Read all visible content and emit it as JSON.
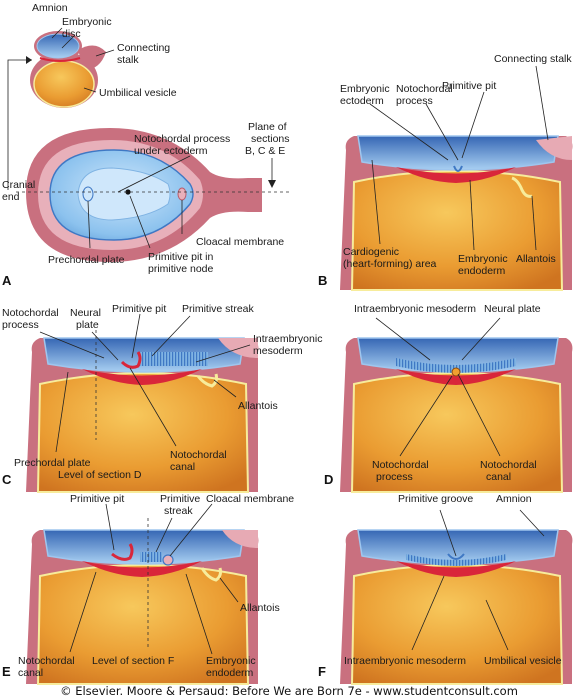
{
  "colors": {
    "ectoderm": "#3f78c4",
    "ectoderm_light": "#a8cdf0",
    "endoderm": "#e08a2a",
    "endoderm_light": "#f6c35c",
    "mesoderm": "#d9263a",
    "extraembryonic": "#c9707f",
    "edge_yellow": "#f7ec9b"
  },
  "panels": {
    "A": {
      "letter": "A",
      "amnion": "Amnion",
      "embryonic_disc": [
        "Embryonic",
        "disc"
      ],
      "connecting_stalk": [
        "Connecting",
        "stalk"
      ],
      "umbilical_vesicle": "Umbilical vesicle",
      "notochordal_process": [
        "Notochordal process",
        "under ectoderm"
      ],
      "plane": [
        "Plane of",
        "sections",
        "B, C & E"
      ],
      "cranial": [
        "Cranial",
        "end"
      ],
      "cloacal_membrane": "Cloacal membrane",
      "prechordal_plate": "Prechordal plate",
      "primitive_pit": [
        "Primitive pit in",
        "primitive node"
      ]
    },
    "B": {
      "letter": "B",
      "embryonic_ectoderm": [
        "Embryonic",
        "ectoderm"
      ],
      "notochordal_process": [
        "Notochordal",
        "process"
      ],
      "primitive_pit": "Primitive pit",
      "connecting_stalk": "Connecting stalk",
      "cardiogenic": [
        "Cardiogenic",
        "(heart-forming) area"
      ],
      "embryonic_endoderm": [
        "Embryonic",
        "endoderm"
      ],
      "allantois": "Allantois"
    },
    "C": {
      "letter": "C",
      "notochordal_process": [
        "Notochordal",
        "process"
      ],
      "neural_plate": [
        "Neural",
        "plate"
      ],
      "primitive_pit": "Primitive pit",
      "primitive_streak": "Primitive streak",
      "intraembryonic_mesoderm": [
        "Intraembryonic",
        "mesoderm"
      ],
      "allantois": "Allantois",
      "prechordal_plate": "Prechordal plate",
      "level_section": "Level of section D",
      "notochordal_canal": [
        "Notochordal",
        "canal"
      ]
    },
    "D": {
      "letter": "D",
      "intraembryonic_mesoderm": "Intraembryonic mesoderm",
      "neural_plate": "Neural plate",
      "notochordal_process": [
        "Notochordal",
        "process"
      ],
      "notochordal_canal": [
        "Notochordal",
        "canal"
      ]
    },
    "E": {
      "letter": "E",
      "primitive_pit": "Primitive pit",
      "primitive_streak": [
        "Primitive",
        "streak"
      ],
      "cloacal_membrane": "Cloacal membrane",
      "allantois": "Allantois",
      "notochordal_canal": [
        "Notochordal",
        "canal"
      ],
      "level_section": "Level of section F",
      "embryonic_endoderm": [
        "Embryonic",
        "endoderm"
      ]
    },
    "F": {
      "letter": "F",
      "primitive_groove": "Primitive groove",
      "amnion": "Amnion",
      "intraembryonic_mesoderm": "Intraembryonic mesoderm",
      "umbilical_vesicle": "Umbilical vesicle"
    }
  },
  "copyright": "© Elsevier. Moore & Persaud: Before We are Born 7e - www.studentconsult.com"
}
